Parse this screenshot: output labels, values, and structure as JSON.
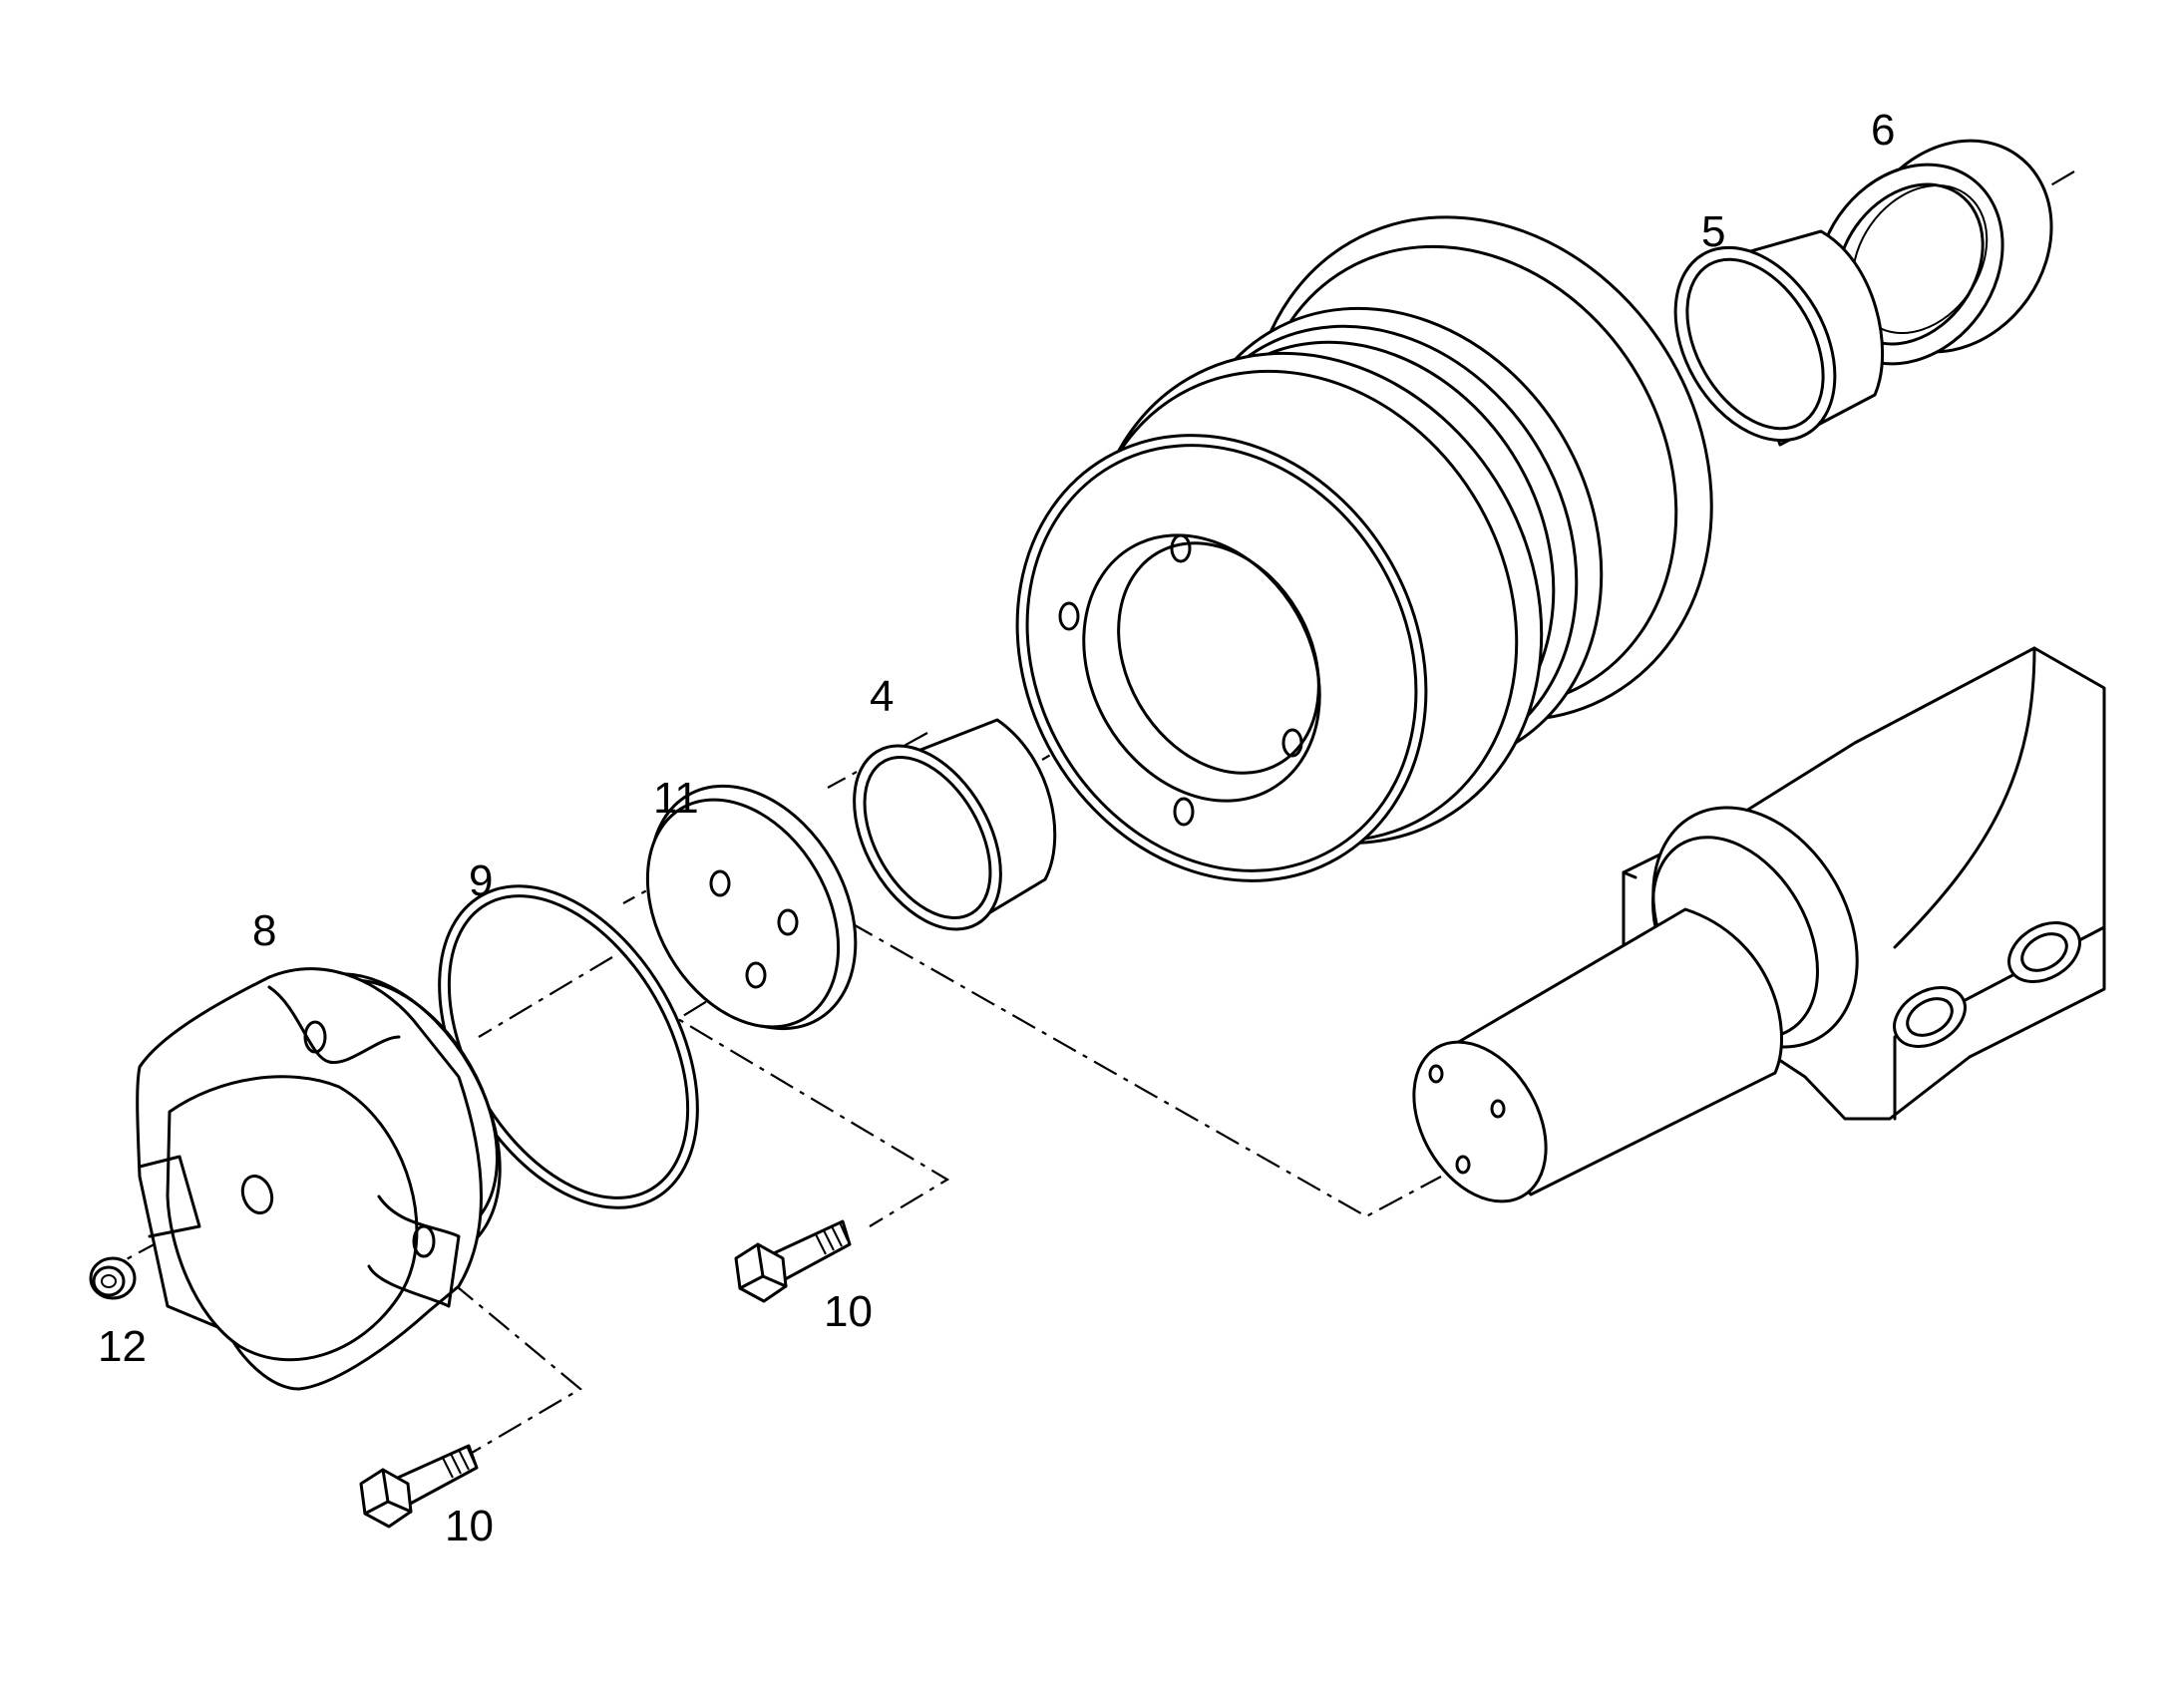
{
  "diagram": {
    "callouts": {
      "part_4": "4",
      "part_5": "5",
      "part_6": "6",
      "part_8": "8",
      "part_9": "9",
      "part_10_upper": "10",
      "part_10_lower": "10",
      "part_11": "11",
      "part_12": "12"
    }
  }
}
